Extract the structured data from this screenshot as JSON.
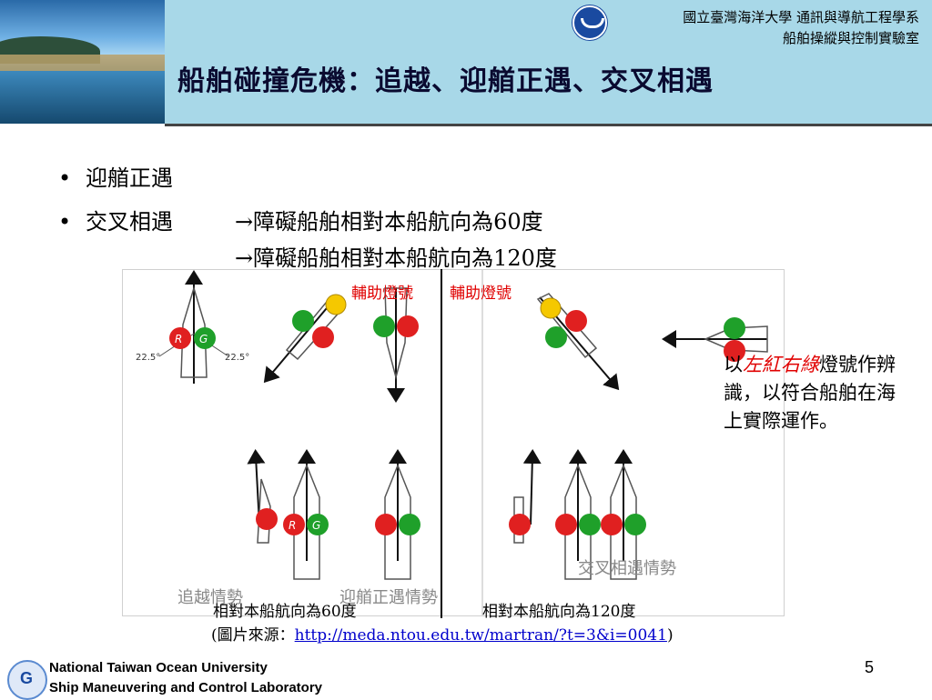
{
  "header": {
    "lab_line1": "國立臺灣海洋大學 通訊與導航工程學系",
    "lab_line2": "船舶操縱與控制實驗室",
    "title": "船舶碰撞危機：追越、迎艏正遇、交叉相遇"
  },
  "bullets": [
    {
      "marker": "•",
      "text": "迎艏正遇"
    },
    {
      "marker": "•",
      "text": "交叉相遇"
    }
  ],
  "arrow_lines": [
    "→障礙船舶相對本船航向為60度",
    "→障礙船舶相對本船航向為120度"
  ],
  "figure": {
    "aux_label_1": "輔助燈號",
    "aux_label_2": "輔助燈號",
    "light_red": "R",
    "light_green": "G",
    "angle_left": "22.5°",
    "angle_right": "22.5°",
    "panel_labels": [
      "追越情勢",
      "迎艏正遇情勢",
      "交叉相遇情勢"
    ]
  },
  "captions": {
    "left": "相對本船航向為60度",
    "right": "相對本船航向為120度",
    "source_prefix": "(圖片來源：",
    "source_link": "http://meda.ntou.edu.tw/martran/?t=3&i=0041",
    "source_suffix": ")"
  },
  "note": {
    "prefix": "以",
    "highlight": "左紅右綠",
    "suffix": "燈號作辨識，以符合船舶在海上實際運作。"
  },
  "footer": {
    "line1": "National Taiwan Ocean University",
    "line2": "Ship Maneuvering and Control Laboratory",
    "page_number": "5"
  },
  "colors": {
    "banner": "#a8d8e8",
    "red_light": "#e02020",
    "green_light": "#1fa02a",
    "yellow_light": "#f5c800",
    "highlight_red": "#e00000"
  }
}
